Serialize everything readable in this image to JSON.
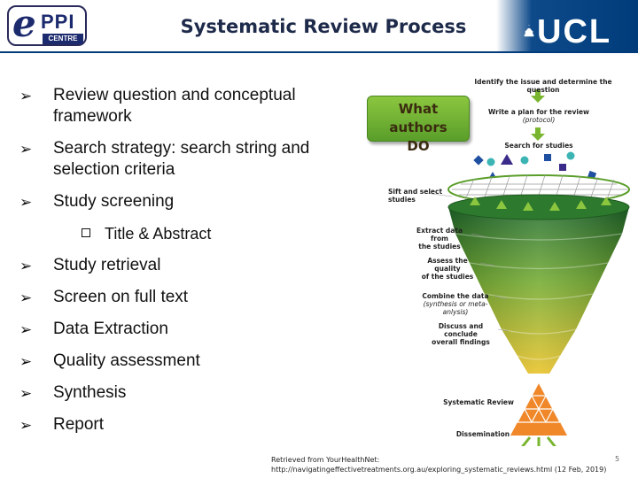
{
  "header": {
    "title": "Systematic Review Process",
    "logo": {
      "letter": "e",
      "ppi": "PPI",
      "centre": "CENTRE"
    },
    "ucl": "UCL"
  },
  "bullets": [
    {
      "lines": [
        "Review question and conceptual",
        "framework"
      ]
    },
    {
      "lines": [
        "Search strategy: search string and",
        "selection criteria"
      ]
    },
    {
      "lines": [
        "Study screening"
      ]
    },
    {
      "sub": "Title & Abstract"
    },
    {
      "lines": [
        "Study retrieval"
      ]
    },
    {
      "lines": [
        "Screen on full text"
      ]
    },
    {
      "lines": [
        "Data Extraction"
      ]
    },
    {
      "lines": [
        "Quality assessment"
      ]
    },
    {
      "lines": [
        "Synthesis"
      ]
    },
    {
      "lines": [
        "Report"
      ]
    }
  ],
  "figure": {
    "authors_box": [
      "What authors",
      "DO"
    ],
    "labels": {
      "identify": "Identify the issue and determine the question",
      "plan": "Write a plan for the review",
      "plan_note": "(protocol)",
      "search": "Search for studies",
      "sift": "Sift and select studies",
      "extract": [
        "Extract data from",
        "the studies"
      ],
      "assess": [
        "Assess the quality",
        "of the studies"
      ],
      "combine": "Combine the data",
      "combine_note": "(synthesis or meta-anlysis)",
      "discuss": [
        "Discuss and conclude",
        "overall findings"
      ],
      "review": "Systematic Review",
      "dissemination": "Dissemination"
    },
    "colors": {
      "arrow": "#7ab530",
      "funnel_top": "#1f6b2c",
      "funnel_bottom": "#e8c020",
      "pyramid": "#f0882a",
      "shape_blue": "#1f4fa0",
      "shape_teal": "#3cb4b4",
      "shape_purple": "#3a2a8a"
    }
  },
  "citation": {
    "line1": "Retrieved from YourHealthNet:",
    "line2": "http://navigatingeffectivetreatments.org.au/exploring_systematic_reviews.html (12 Feb, 2019)",
    "page": "5"
  }
}
